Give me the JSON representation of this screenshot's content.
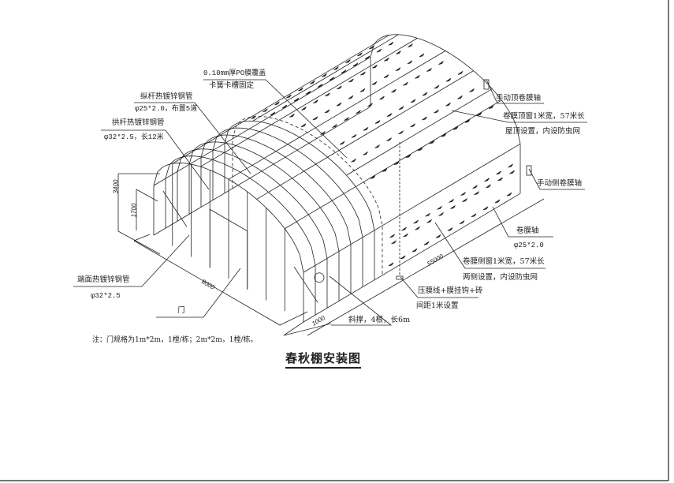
{
  "title": "春秋棚安装图",
  "note": "注：门规格为1m*2m，1樘/栋；2m*2m，1樘/栋。",
  "dimensions": {
    "total_height": "3400",
    "shoulder_height": "1700",
    "width": "8000",
    "length": "55000",
    "brace_offset": "1000"
  },
  "labels": {
    "film_cover_1": "0.10mm厚PO膜覆盖",
    "film_cover_2": "卡簧卡槽固定",
    "purlin_1": "纵杆热镀锌钢管",
    "purlin_2": "φ25*2.0，布置5道",
    "arch_1": "拱杆热镀锌钢管",
    "arch_2": "φ32*2.5，长12米",
    "end_pipe_1": "端面热镀锌钢管",
    "end_pipe_2": "φ32*2.5",
    "door": "门",
    "brace": "斜撑，4根，长6m",
    "top_roller": "手动顶卷膜轴",
    "top_window_1": "卷膜顶窗1米宽，57米长",
    "top_window_2": "屋顶设置，内设防虫网",
    "side_roller": "手动侧卷膜轴",
    "roll_shaft_1": "卷膜轴",
    "roll_shaft_2": "φ25*2.0",
    "side_window_1": "卷膜侧窗1米宽，57米长",
    "side_window_2": "两侧设置，内设防虫网",
    "press_line_1": "压膜线+膜挂钩+砖",
    "press_line_2": "间距1米设置"
  }
}
